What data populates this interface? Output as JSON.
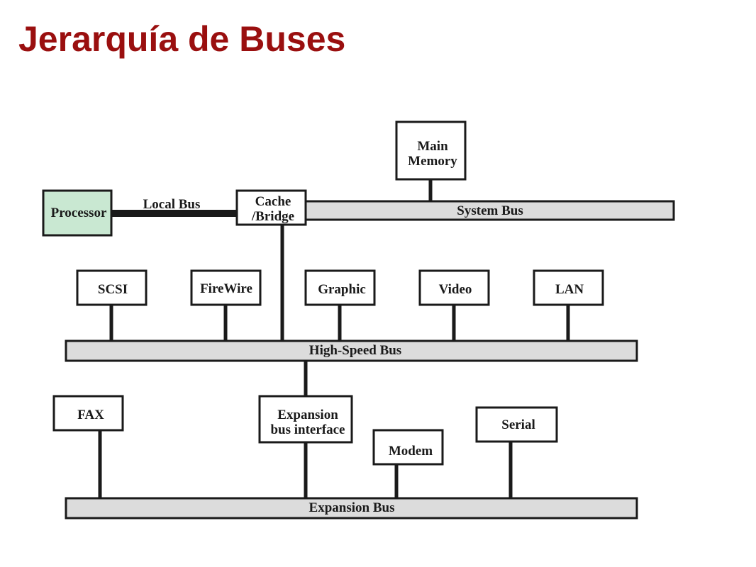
{
  "title": "Jerarquía de Buses",
  "colors": {
    "title": "#9a0f0f",
    "processor_fill": "#c9e8d2",
    "bus_fill": "#dcdcdc"
  },
  "diagram": {
    "buses": {
      "local": "Local Bus",
      "system": "System Bus",
      "high_speed": "High-Speed Bus",
      "expansion": "Expansion Bus"
    },
    "components": {
      "processor": "Processor",
      "cache_line1": "Cache",
      "cache_line2": "/Bridge",
      "memory_line1": "Main",
      "memory_line2": "Memory",
      "scsi": "SCSI",
      "firewire": "FireWire",
      "graphic": "Graphic",
      "video": "Video",
      "lan": "LAN",
      "fax": "FAX",
      "expansion_if_line1": "Expansion",
      "expansion_if_line2": "bus interface",
      "modem": "Modem",
      "serial": "Serial"
    }
  }
}
